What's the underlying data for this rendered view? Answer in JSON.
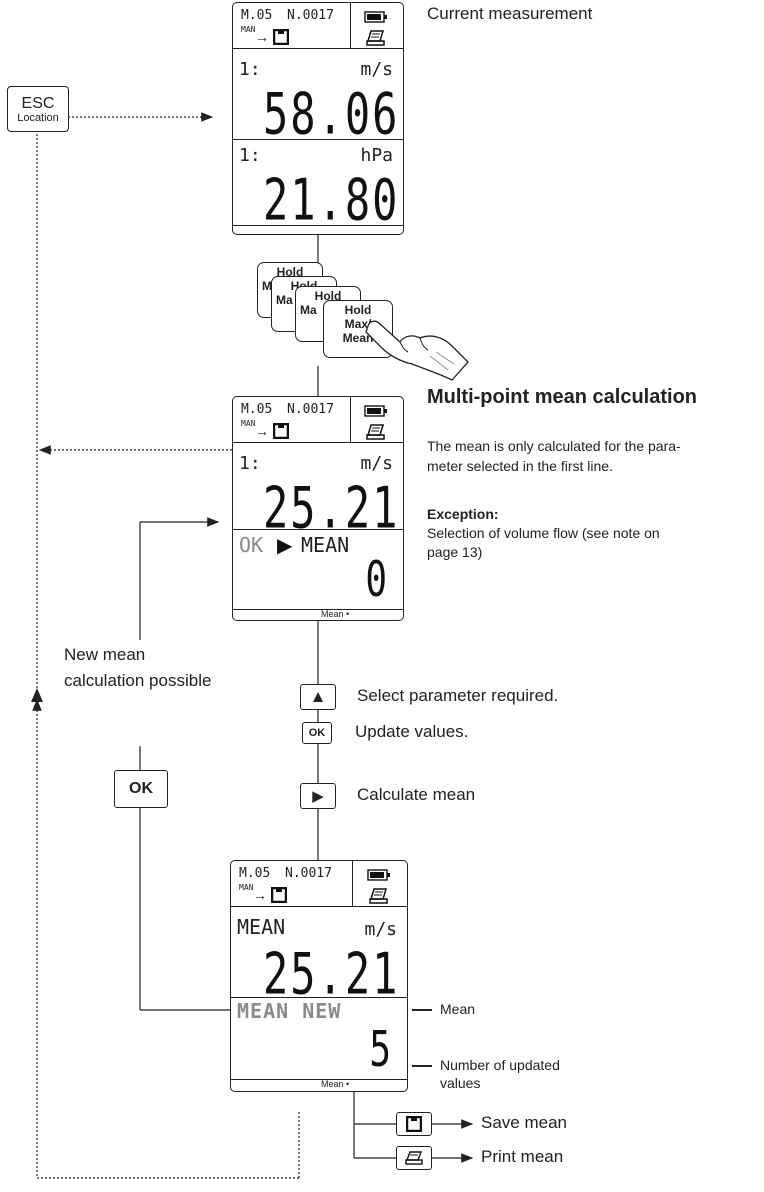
{
  "display_header": {
    "loc": "M.05",
    "num": "N.0017",
    "mode": "MAN",
    "arrow": "→"
  },
  "current": {
    "title": "Current measurement",
    "ch1_label": "1:",
    "ch1_unit": "m/s",
    "ch1_value": "58.06",
    "ch2_label": "1:",
    "ch2_unit": "hPa",
    "ch2_value": "21.80"
  },
  "esc_key": {
    "main": "ESC",
    "sub": "Location"
  },
  "hold_cards": [
    {
      "line1": "Hold",
      "line2": "M"
    },
    {
      "line1": "Hold",
      "line2": "Ma",
      "line3": "M"
    },
    {
      "line1": "Hold",
      "line2": "Ma",
      "line3": "M"
    },
    {
      "line1": "Hold",
      "line2": "Max/",
      "line3": "Mean"
    }
  ],
  "mean_display": {
    "ch_label": "1:",
    "unit": "m/s",
    "value": "25.21",
    "ok_text": "OK",
    "mean_text": "MEAN",
    "count": "0",
    "footer": "Mean •"
  },
  "section": {
    "heading": "Multi-point mean calculation",
    "desc": "The mean is only calculated for the para-\nmeter selected in the first line.",
    "exception_title": "Exception:",
    "exception_text": "Selection of volume flow (see note on\npage 13)"
  },
  "steps": [
    {
      "key": "▲",
      "text": "Select parameter required."
    },
    {
      "key": "OK",
      "text": "Update values."
    },
    {
      "key": "▶",
      "text": "Calculate mean"
    }
  ],
  "new_mean": {
    "text": "New mean\ncalculation possible",
    "key": "OK"
  },
  "result_display": {
    "mean_label": "MEAN",
    "unit": "m/s",
    "value": "25.21",
    "new_label": "MEAN NEW",
    "count": "5",
    "footer": "Mean •"
  },
  "callouts": {
    "mean": "Mean",
    "count": "Number of updated\nvalues"
  },
  "outputs": [
    {
      "icon": "save-icon",
      "text": "Save mean"
    },
    {
      "icon": "print-icon",
      "text": "Print mean"
    }
  ]
}
